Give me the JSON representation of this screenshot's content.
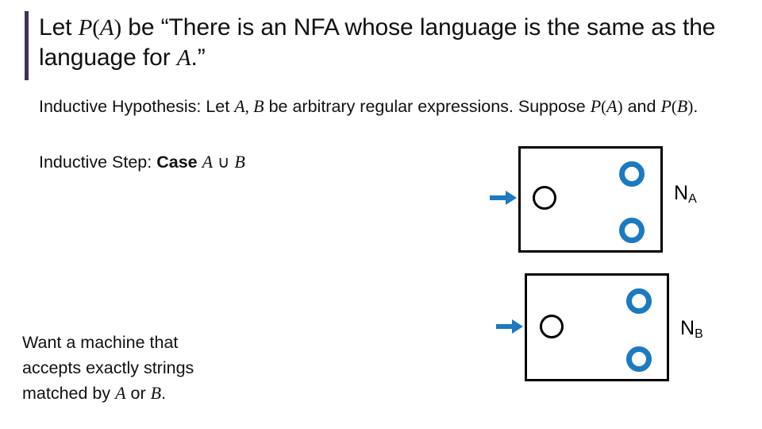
{
  "slide": {
    "background_color": "#ffffff",
    "accent_bar_color": "#3F3159",
    "text_color": "#111111"
  },
  "title": {
    "full_text": "Let P(A) be “There is an NFA whose language is the same as the language for A.”",
    "pre": "Let ",
    "predicate": "P",
    "open_paren": "(",
    "arg": "A",
    "close_paren": ")",
    "mid": " be “There is an NFA whose language is the same as the language for ",
    "arg2": "A",
    "post": ".”"
  },
  "inductive_hypothesis": {
    "label": "Inductive Hypothesis:",
    "lead": " Let ",
    "var_a": "A",
    "comma": ", ",
    "var_b": "B",
    "mid": " be arbitrary regular expressions. Suppose ",
    "p1": "P",
    "p1_open": "(",
    "p1_arg": "A",
    "p1_close": ")",
    "and": " and ",
    "p2": "P",
    "p2_open": "(",
    "p2_arg": "B",
    "p2_close": ")",
    "period": "."
  },
  "inductive_step": {
    "label": "Inductive Step:",
    "case_word": "Case",
    "var_a": "A",
    "union_symbol": "∪",
    "var_b": "B"
  },
  "want_note": {
    "line1": "Want a machine that",
    "line2": "accepts exactly strings",
    "line3_pre": "matched by ",
    "line3_var_a": "A",
    "line3_mid": " or ",
    "line3_var_b": "B",
    "line3_post": "."
  },
  "machines": [
    {
      "id": "machine-a",
      "label_letter": "N",
      "label_subscript": "A",
      "box_stroke_color": "#000000",
      "start_state_color": "#000000",
      "accept_state_color": "#1B7AC0",
      "start_arrow_color": "#1B7AC0",
      "accept_state_count": 2,
      "start_state_count": 1
    },
    {
      "id": "machine-b",
      "label_letter": "N",
      "label_subscript": "B",
      "box_stroke_color": "#000000",
      "start_state_color": "#000000",
      "accept_state_color": "#1B7AC0",
      "start_arrow_color": "#1B7AC0",
      "accept_state_count": 2,
      "start_state_count": 1
    }
  ]
}
